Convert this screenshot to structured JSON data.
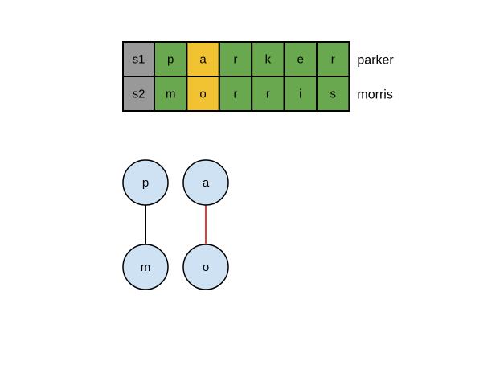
{
  "colors": {
    "label_cell": "#999999",
    "match_cell": "#6aa84f",
    "highlight_cell": "#f1c232",
    "cell_border": "#000000",
    "node_fill": "#cfe2f3",
    "node_stroke": "#000000",
    "edge_default": "#000000",
    "edge_highlight": "#e53935"
  },
  "grid": {
    "rows": [
      {
        "label": "s1",
        "cells": [
          {
            "char": "p",
            "state": "match"
          },
          {
            "char": "a",
            "state": "highlight"
          },
          {
            "char": "r",
            "state": "match"
          },
          {
            "char": "k",
            "state": "match"
          },
          {
            "char": "e",
            "state": "match"
          },
          {
            "char": "r",
            "state": "match"
          }
        ],
        "word": "parker"
      },
      {
        "label": "s2",
        "cells": [
          {
            "char": "m",
            "state": "match"
          },
          {
            "char": "o",
            "state": "highlight"
          },
          {
            "char": "r",
            "state": "match"
          },
          {
            "char": "r",
            "state": "match"
          },
          {
            "char": "i",
            "state": "match"
          },
          {
            "char": "s",
            "state": "match"
          }
        ],
        "word": "morris"
      }
    ]
  },
  "graph": {
    "pairs": [
      {
        "top": "p",
        "bottom": "m",
        "edge": "default"
      },
      {
        "top": "a",
        "bottom": "o",
        "edge": "highlight"
      }
    ]
  }
}
